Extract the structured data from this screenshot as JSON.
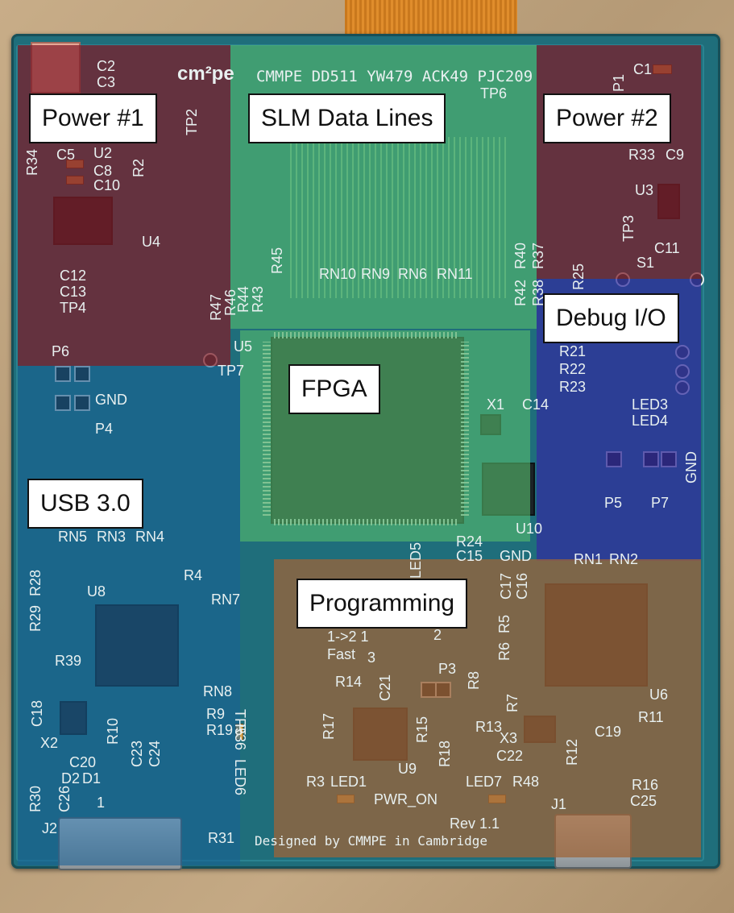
{
  "image": {
    "regions": [
      {
        "label": "Power #1",
        "color": "#801c28"
      },
      {
        "label": "SLM Data Lines",
        "color": "#56b96c"
      },
      {
        "label": "Power #2",
        "color": "#801c28"
      },
      {
        "label": "Debug I/O",
        "color": "#322da0"
      },
      {
        "label": "FPGA",
        "color": "#56b96c"
      },
      {
        "label": "USB 3.0",
        "color": "#186096"
      },
      {
        "label": "Programming",
        "color": "#9e6438"
      }
    ],
    "silkscreen": {
      "logo": "cm²pe",
      "board_id": "CMMPE DD511 YW479 ACK49 PJC209",
      "designed_by": "Designed by CMMPE in Cambridge",
      "revision": "Rev 1.1",
      "pwr_on": "PWR_ON",
      "gnd1": "GND",
      "gnd2": "GND",
      "gnd3": "GND",
      "fast": "Fast",
      "ratio": "1->2 1",
      "tp6": "TP6",
      "tp2": "TP2",
      "tp3": "TP3",
      "tp4": "TP4",
      "tp5": "TP5",
      "tp7": "TP7",
      "u2": "U2",
      "u3": "U3",
      "u4": "U4",
      "u5": "U5",
      "u6": "U6",
      "u8": "U8",
      "u9": "U9",
      "u10": "U10",
      "x1": "X1",
      "x2": "X2",
      "x3": "X3",
      "j1": "J1",
      "j2": "J2",
      "p1": "P1",
      "p3": "P3",
      "p4": "P4",
      "p5": "P5",
      "p6": "P6",
      "p7": "P7",
      "s1": "S1",
      "c1": "C1",
      "c2": "C2",
      "c3": "C3",
      "c5": "C5",
      "c8": "C8",
      "c9": "C9",
      "c10": "C10",
      "c11": "C11",
      "c12": "C12",
      "c13": "C13",
      "c14": "C14",
      "c15": "C15",
      "c16": "C16",
      "c17": "C17",
      "c18": "C18",
      "c19": "C19",
      "c20": "C20",
      "c21": "C21",
      "c22": "C22",
      "c23": "C23",
      "c24": "C24",
      "c25": "C25",
      "c26": "C26",
      "r2": "R2",
      "r3": "R3",
      "r4": "R4",
      "r5": "R5",
      "r6": "R6",
      "r7": "R7",
      "r8": "R8",
      "r9": "R9",
      "r10": "R10",
      "r11": "R11",
      "r12": "R12",
      "r13": "R13",
      "r14": "R14",
      "r15": "R15",
      "r16": "R16",
      "r17": "R17",
      "r18": "R18",
      "r19": "R19",
      "r21": "R21",
      "r22": "R22",
      "r23": "R23",
      "r24": "R24",
      "r25": "R25",
      "r28": "R28",
      "r29": "R29",
      "r30": "R30",
      "r31": "R31",
      "r33": "R33",
      "r34": "R34",
      "r36": "R36",
      "r37": "R37",
      "r38": "R38",
      "r39": "R39",
      "r40": "R40",
      "r42": "R42",
      "r43": "R43",
      "r44": "R44",
      "r45": "R45",
      "r46": "R46",
      "r47": "R47",
      "r48": "R48",
      "rn1": "RN1",
      "rn2": "RN2",
      "rn3": "RN3",
      "rn4": "RN4",
      "rn5": "RN5",
      "rn6": "RN6",
      "rn7": "RN7",
      "rn8": "RN8",
      "rn9": "RN9",
      "rn10": "RN10",
      "rn11": "RN11",
      "led1": "LED1",
      "led3": "LED3",
      "led4": "LED4",
      "led5": "LED5",
      "led6": "LED6",
      "led7": "LED7",
      "d1": "D1",
      "d2": "D2",
      "num1": "1",
      "num2": "2",
      "num3": "3"
    }
  }
}
